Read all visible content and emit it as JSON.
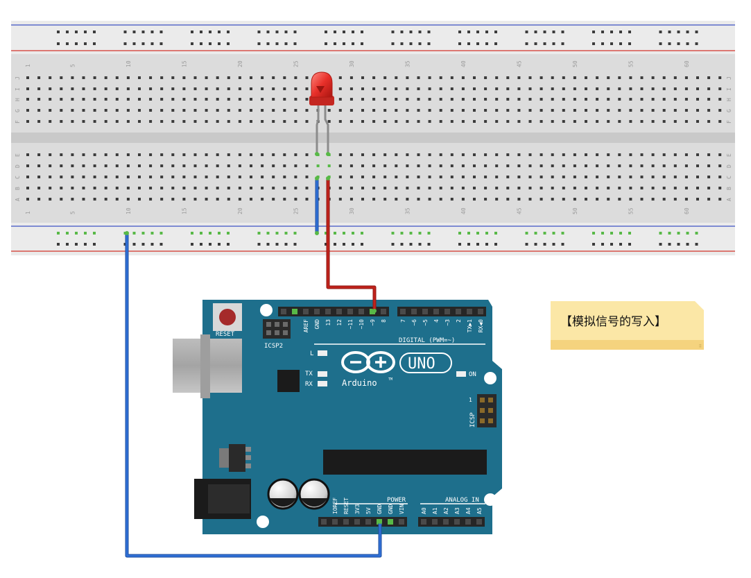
{
  "breadboard": {
    "column_numbers": [
      "1",
      "5",
      "10",
      "15",
      "20",
      "25",
      "30",
      "35",
      "40",
      "45",
      "50",
      "55",
      "60"
    ],
    "top_rows": [
      "J",
      "I",
      "H",
      "G",
      "F"
    ],
    "bottom_rows": [
      "E",
      "D",
      "C",
      "B",
      "A"
    ],
    "colors": {
      "board": "#dcdcdc",
      "rail": "#ebebeb",
      "hole": "#3b3b3b",
      "active_hole": "#58b947",
      "red_line": "#d2332b",
      "blue_line": "#3d52c4"
    }
  },
  "led": {
    "color": "#e8302a"
  },
  "wires": {
    "signal_color": "#c0221b",
    "ground_color": "#2f6fd6"
  },
  "arduino": {
    "board_color": "#1e6f8c",
    "reset_label": "RESET",
    "icsp2_label": "ICSP2",
    "icsp_label": "ICSP",
    "icsp_pin1": "1",
    "l_label": "L",
    "tx_label": "TX",
    "rx_label": "RX",
    "on_label": "ON",
    "logo_text": "UNO",
    "brand": "Arduino",
    "trademark": "TM",
    "digital_label": "DIGITAL (PWM=~)",
    "power_label": "POWER",
    "analog_label": "ANALOG IN",
    "top_header_pins": [
      "AREF",
      "GND",
      "13",
      "12",
      "~11",
      "~10",
      "~9",
      "8",
      "7",
      "~6",
      "~5",
      "4",
      "~3",
      "2",
      "TX▶1",
      "RX◀0"
    ],
    "power_pins": [
      "IOREF",
      "RESET",
      "3V3",
      "5V",
      "GND",
      "GND",
      "VIN"
    ],
    "analog_pins": [
      "A0",
      "A1",
      "A2",
      "A3",
      "A4",
      "A5"
    ]
  },
  "note": {
    "text": "【模拟信号的写入】"
  }
}
